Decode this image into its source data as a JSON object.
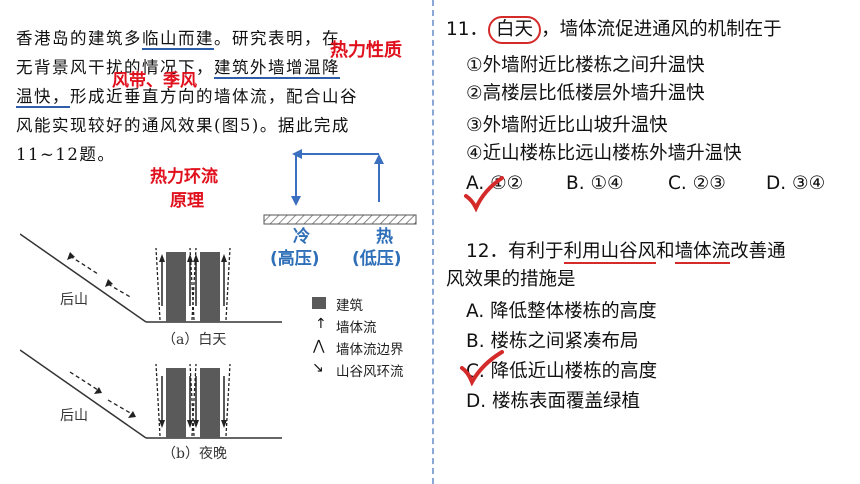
{
  "passage": {
    "line1": "香港岛的建筑多临山而建。研究表明，在",
    "line1_a": "香港岛的建筑多",
    "line1_b": "临山而建",
    "line1_c": "。研究表明，在",
    "line2_a": "无背景风干扰的情况下，",
    "line2_b": "建筑外墙增温降",
    "line3_a": "温快，",
    "line3_b": "形成近垂直方向的墙体流，配合山谷",
    "line4": "风能实现较好的通风效果(图5)。据此完成",
    "line5": "11~12题。"
  },
  "annotations": {
    "thermal_property": "热力性质",
    "wind_belt": "风带、季风",
    "thermal_circulation_line1": "热力环流",
    "thermal_circulation_line2": "原理",
    "cold": "冷",
    "hot": "热",
    "high_pressure": "(高压)",
    "low_pressure": "(低压)"
  },
  "figure": {
    "mountain_label_a": "后山",
    "mountain_label_b": "后山",
    "caption_a": "（a）白天",
    "caption_b": "（b）夜晚",
    "legend": [
      "建筑",
      "墙体流",
      "墙体流边界",
      "山谷风环流"
    ]
  },
  "q11": {
    "number": "11．",
    "highlight": "白天",
    "stem": "，墙体流促进通风的机制在于",
    "options": [
      "①外墙附近比楼栋之间升温快",
      "②高楼层比低楼层外墙升温快",
      "③外墙附近比山坡升温快",
      "④近山楼栋比远山楼栋外墙升温快"
    ],
    "choices": {
      "a": "A. ①②",
      "b": "B. ①④",
      "c": "C. ②③",
      "d": "D. ③④"
    }
  },
  "q12": {
    "number": "12．",
    "stem_a": "有利于",
    "stem_b": "利用山谷风",
    "stem_c": "和",
    "stem_d": "墙体流",
    "stem_e": "改善通",
    "stem_line2": "风效果的措施是",
    "options": [
      "A. 降低整体楼栋的高度",
      "B. 楼栋之间紧凑布局",
      "C. 降低近山楼栋的高度",
      "D. 楼栋表面覆盖绿植"
    ]
  },
  "colors": {
    "red_annotation": "#e0101d",
    "blue_annotation": "#2e6fb8",
    "underline_blue": "#2f5fa8",
    "divider": "#8aa8d6"
  }
}
